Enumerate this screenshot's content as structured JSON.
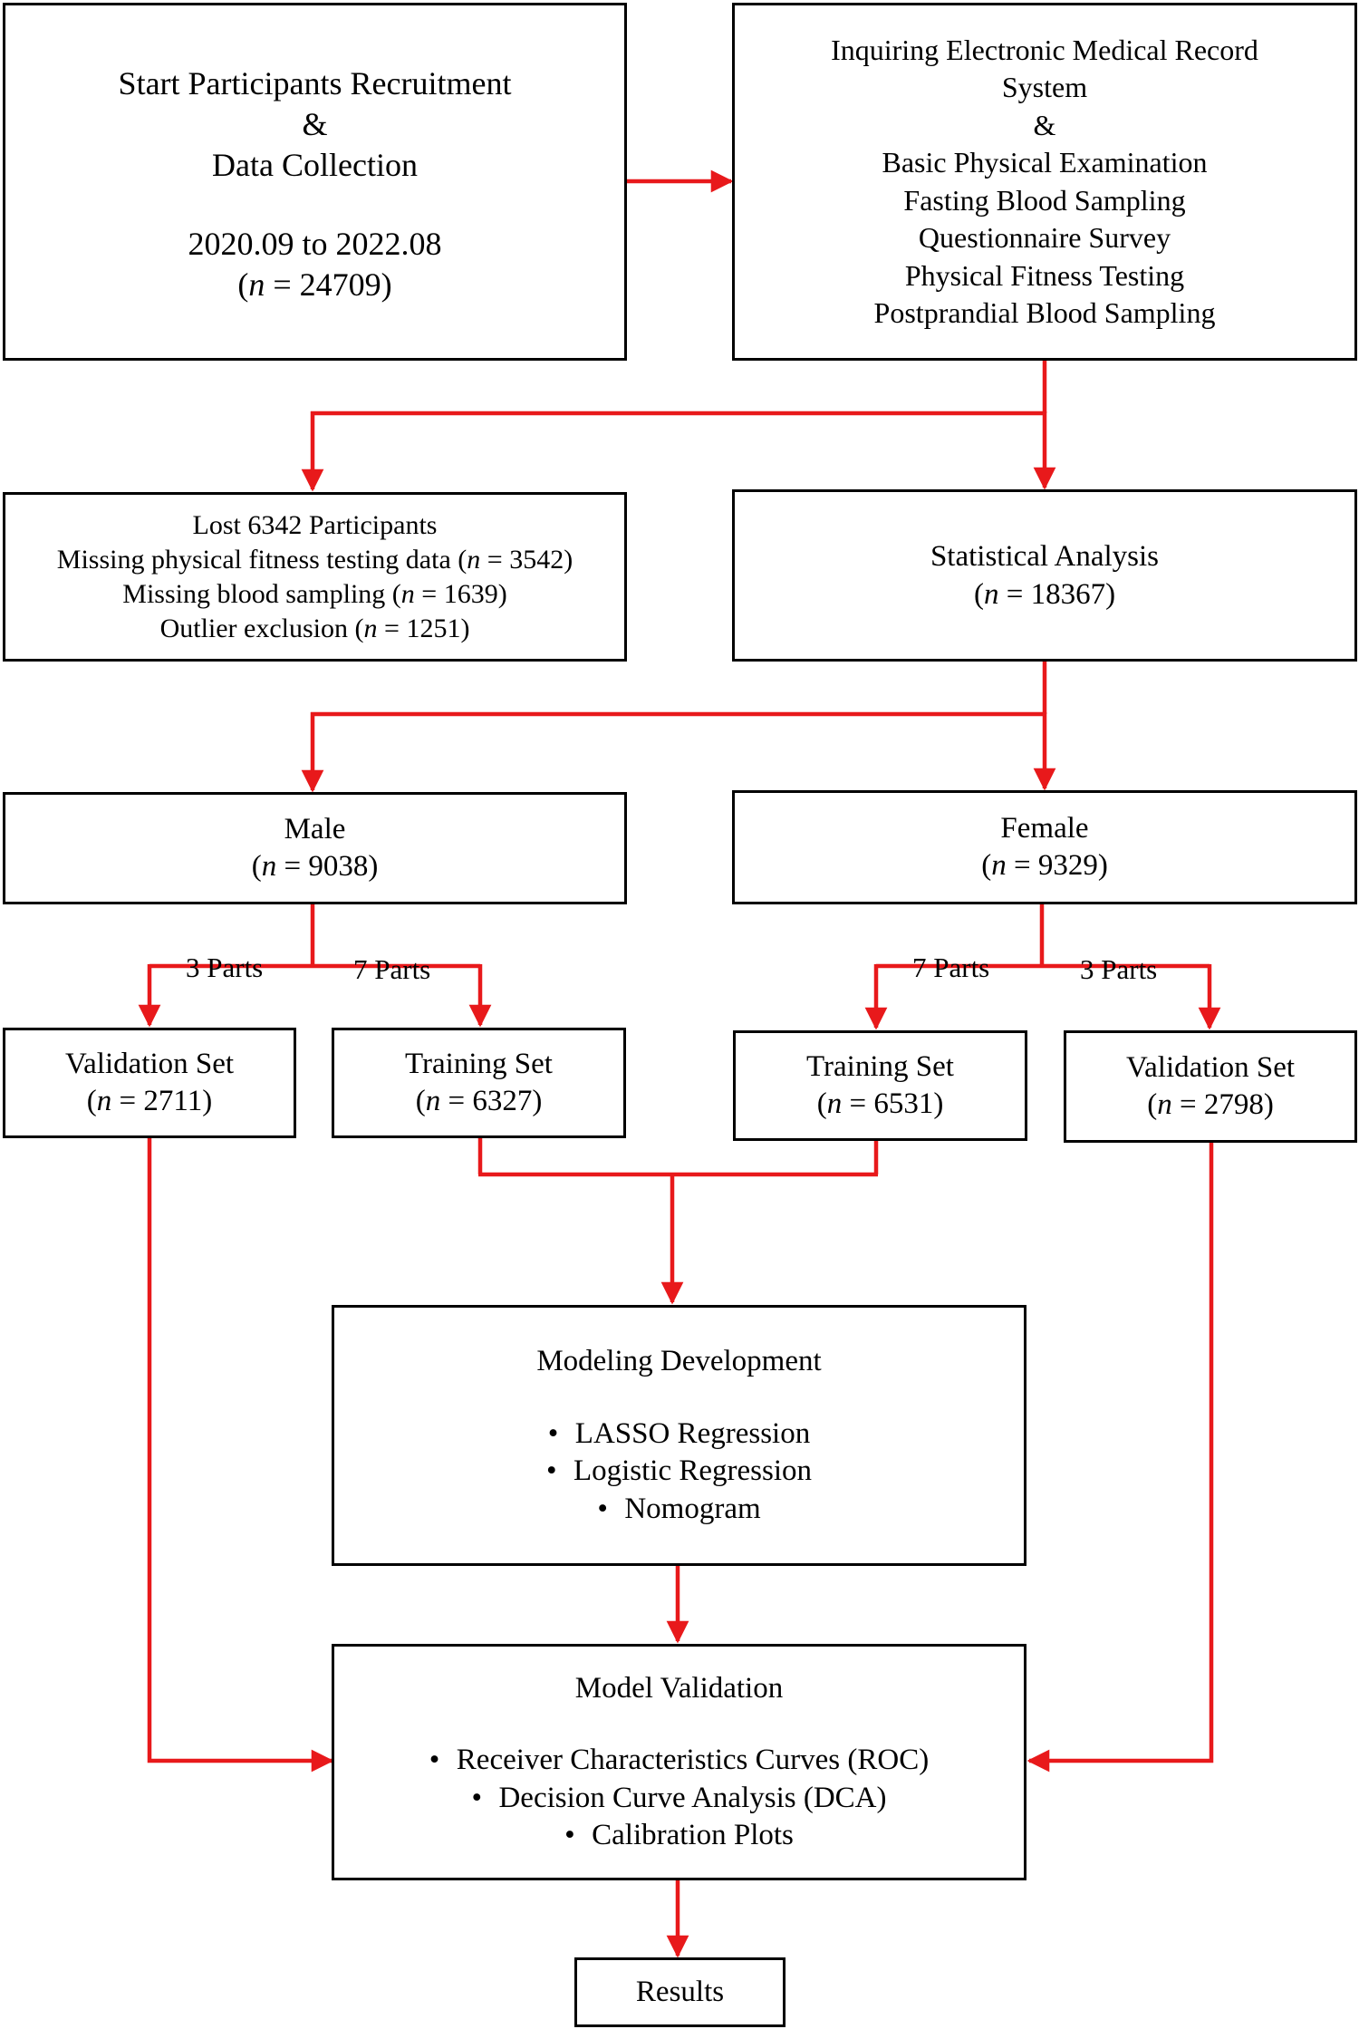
{
  "colors": {
    "arrow": "#e8191b",
    "border": "#000000"
  },
  "boxes": {
    "start": {
      "line1": "Start Participants Recruitment",
      "line2": "&",
      "line3": "Data Collection",
      "dates": "2020.09 to 2022.08",
      "n_var": "n",
      "n_val": "24709"
    },
    "inquiry": {
      "lines": [
        "Inquiring Electronic Medical Record",
        "System",
        "&",
        "Basic Physical Examination",
        "Fasting Blood Sampling",
        "Questionnaire Survey",
        "Physical Fitness Testing",
        "Postprandial Blood Sampling"
      ]
    },
    "lost": {
      "title": "Lost 6342 Participants",
      "item1_text": "Missing physical fitness testing data",
      "item1_n": "3542",
      "item2_text": "Missing blood sampling",
      "item2_n": "1639",
      "item3_text": "Outlier exclusion",
      "item3_n": "1251"
    },
    "analysis": {
      "title": "Statistical Analysis",
      "n_val": "18367"
    },
    "male": {
      "title": "Male",
      "n_val": "9038"
    },
    "female": {
      "title": "Female",
      "n_val": "9329"
    },
    "male_validation": {
      "title": "Validation Set",
      "n_val": "2711"
    },
    "male_training": {
      "title": "Training Set",
      "n_val": "6327"
    },
    "female_training": {
      "title": "Training Set",
      "n_val": "6531"
    },
    "female_validation": {
      "title": "Validation Set",
      "n_val": "2798"
    },
    "modeling": {
      "title": "Modeling Development",
      "bullets": [
        "LASSO Regression",
        "Logistic Regression",
        "Nomogram"
      ]
    },
    "validation": {
      "title": "Model Validation",
      "bullets": [
        "Receiver Characteristics Curves (ROC)",
        "Decision Curve Analysis (DCA)",
        "Calibration Plots"
      ]
    },
    "results": {
      "title": "Results"
    }
  },
  "splits": {
    "male_left": "3 Parts",
    "male_right": "7 Parts",
    "female_left": "7 Parts",
    "female_right": "3 Parts"
  },
  "n_symbol": "n",
  "bullet_glyph": "•"
}
